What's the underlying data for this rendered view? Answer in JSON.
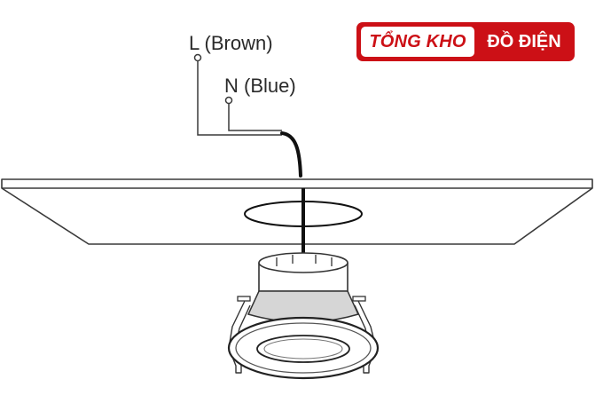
{
  "labels": {
    "live": "L (Brown)",
    "neutral": "N (Blue)"
  },
  "logo": {
    "part1": "TỔNG KHO",
    "part2": "ĐỒ ĐIỆN",
    "color": "#cc1016"
  },
  "colors": {
    "line": "#3a3a3a",
    "cable": "#111111",
    "lamp_shade": "#d6d6d6"
  }
}
